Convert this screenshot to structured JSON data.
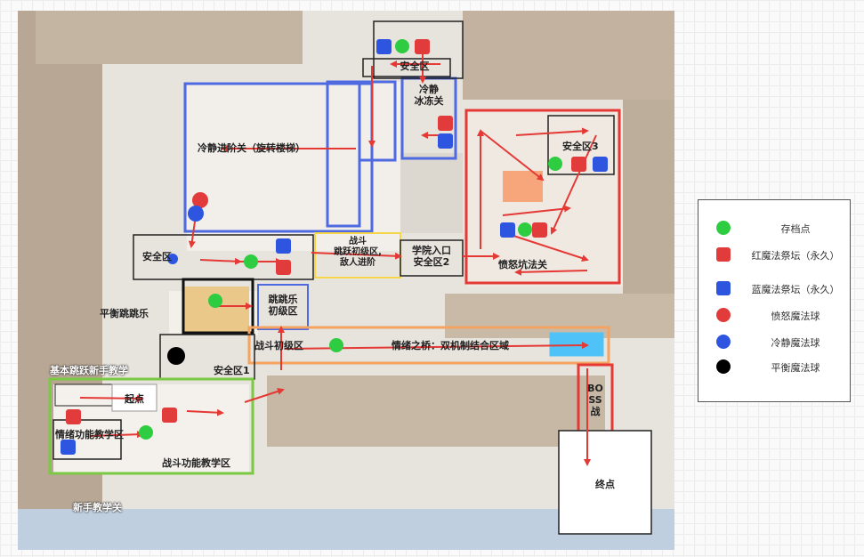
{
  "map": {
    "zones": {
      "safe_top": "安全区",
      "calm_freeze": "冷静\n冰冻关",
      "calm_advanced": "冷静进阶关（旋转楼梯）",
      "safe_zone_3": "安全区3",
      "anger_trap": "愤怒坑法关",
      "safe_left": "安全区",
      "combat_jump_beginner": "战斗\n跳跃初级区,\n敌人进阶",
      "academy_safe_2": "学院入口\n安全区2",
      "jump_beginner": "跳跳乐\n初级区",
      "balance_jump": "平衡跳跳乐",
      "combat_beginner": "战斗初级区",
      "bridge": "情绪之桥：双机制结合区域",
      "safe_zone_1": "安全区1",
      "basic_jump_tutorial": "基本跳跃新手教学",
      "start": "起点",
      "emotion_tutorial": "情绪功能教学区",
      "combat_tutorial": "战斗功能教学区",
      "newbie_tutorial": "新手教学关",
      "boss": "BO\nSS\n战",
      "end": "终点"
    }
  },
  "legend": {
    "items": [
      {
        "label": "存档点",
        "shape": "circle",
        "color": "#2ecc40"
      },
      {
        "label": "红魔法祭坛（永久）",
        "shape": "square",
        "color": "#e23b3b"
      },
      {
        "label": "蓝魔法祭坛（永久）",
        "shape": "square",
        "color": "#2d55e0"
      },
      {
        "label": "愤怒魔法球",
        "shape": "circle",
        "color": "#e23b3b"
      },
      {
        "label": "冷静魔法球",
        "shape": "circle",
        "color": "#2d55e0"
      },
      {
        "label": "平衡魔法球",
        "shape": "circle",
        "color": "#000000"
      }
    ]
  },
  "colors": {
    "red": "#e53935",
    "blue": "#4f6ae0",
    "green": "#7ac943",
    "orange": "#f4a460",
    "yellow": "#f5d64a",
    "black": "#222222",
    "pool": "#4fc3f7"
  }
}
